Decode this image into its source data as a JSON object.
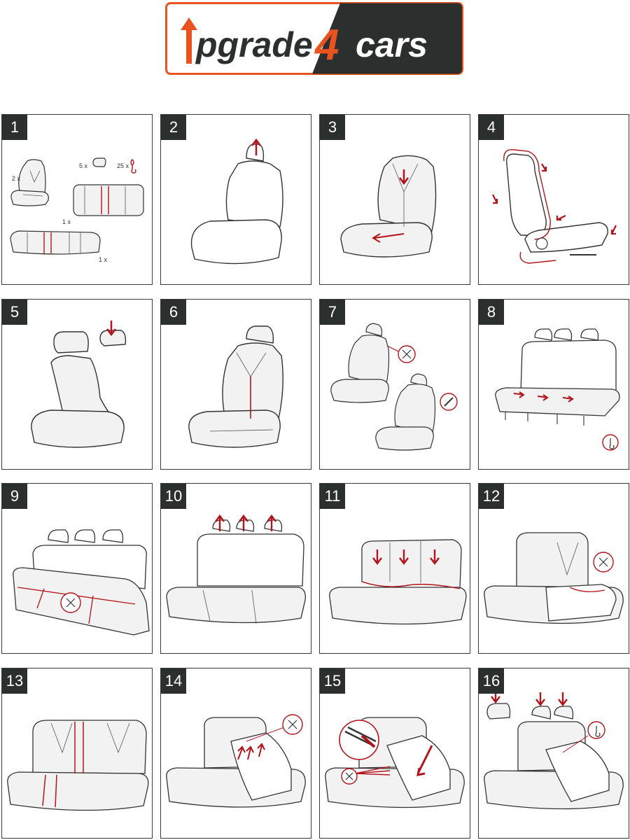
{
  "brand": {
    "word1": "pgrade",
    "digit": "4",
    "word2": "cars",
    "colors": {
      "orange": "#e8531f",
      "dark": "#2b2f2e",
      "accent_red": "#b3141b"
    }
  },
  "steps": [
    {
      "number": "1"
    },
    {
      "number": "2"
    },
    {
      "number": "3"
    },
    {
      "number": "4"
    },
    {
      "number": "5"
    },
    {
      "number": "6"
    },
    {
      "number": "7"
    },
    {
      "number": "8"
    },
    {
      "number": "9"
    },
    {
      "number": "10"
    },
    {
      "number": "11"
    },
    {
      "number": "12"
    },
    {
      "number": "13"
    },
    {
      "number": "14"
    },
    {
      "number": "15"
    },
    {
      "number": "16"
    }
  ],
  "parts": {
    "front_seat_qty": "2 x",
    "headrest_qty": "5 x",
    "hook_qty": "25 x",
    "backrest_qty": "1 x",
    "bench_qty": "1 x"
  }
}
